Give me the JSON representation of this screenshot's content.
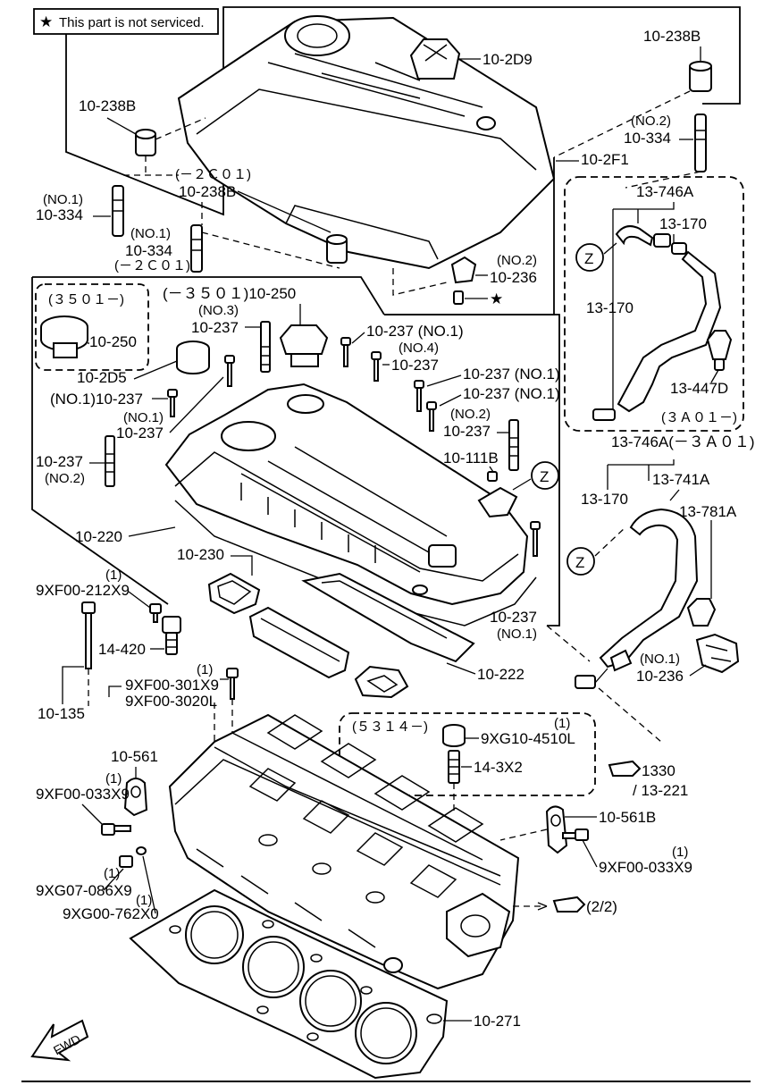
{
  "note": {
    "star": "★",
    "text": "This part is not serviced."
  },
  "labels": {
    "l_10_2D9": "10-2D9",
    "l_10_238B_tr": "10-238B",
    "l_no2_a": "(NO.2)",
    "l_10_334_tr": "10-334",
    "l_10_238B_l": "10-238B",
    "l_2c01_a": "(－２Ｃ０１)",
    "l_10_238B_m": "10-238B",
    "l_no1_a": "(NO.1)",
    "l_10_334_l": "10-334",
    "l_no1_b": "(NO.1)",
    "l_10_334_m": "10-334",
    "l_2c01_b": "(－２Ｃ０１)",
    "l_10_2F1": "10-2F1",
    "l_no2_b": "(NO.2)",
    "l_10_236_top": "10-236",
    "l_star2": "★",
    "l_3501_box": "(３５０１－)",
    "l_10_250_box": "10-250",
    "l_m3501_10_250": "(－３５０１)10-250",
    "l_no3": "(NO.3)",
    "l_10_237_a": "10-237",
    "l_10_237_no1_a": "10-237 (NO.1)",
    "l_no4": "(NO.4)",
    "l_10_237_b": "10-237",
    "l_10_2D5": "10-2D5",
    "l_10_237_no1_b": "10-237 (NO.1)",
    "l_10_237_no1_c": "10-237 (NO.1)",
    "l_no1_10_237": "(NO.1)10-237",
    "l_no1_c": "(NO.1)",
    "l_10_237_c": "10-237",
    "l_no2_c": "(NO.2)",
    "l_10_237_d": "10-237",
    "l_10_237_e": "10-237",
    "l_no2_d": "(NO.2)",
    "l_10_111B": "10-111B",
    "l_z1": "Z",
    "l_10_220": "10-220",
    "l_10_230": "10-230",
    "l_10_237_f": "10-237",
    "l_no1_d": "(NO.1)",
    "l_10_222": "10-222",
    "l_13_746A_a": "13-746A",
    "l_13_170_a": "13-170",
    "l_z2": "Z",
    "l_13_170_b": "13-170",
    "l_13_447D": "13-447D",
    "l_3a01_box": "(３Ａ０１－)",
    "l_13_746A_b": "13-746A(－３Ａ０１)",
    "l_13_741A": "13-741A",
    "l_13_170_c": "13-170",
    "l_13_781A": "13-781A",
    "l_z3": "Z",
    "l_no1_e": "(NO.1)",
    "l_10_236_b": "10-236",
    "l_1_a": "(1)",
    "l_9XF00_212X9": "9XF00-212X9",
    "l_14_420": "14-420",
    "l_1_b": "(1)",
    "l_9XF00_301X9": "9XF00-301X9",
    "l_9XF00_3020L": "9XF00-3020L",
    "l_10_135": "10-135",
    "l_5314_box": "(５３１４－)",
    "l_1_c": "(1)",
    "l_9XG10_4510L": "9XG10-4510L",
    "l_14_3X2": "14-3X2",
    "l_1330": "1330",
    "l_13_221": "/ 13-221",
    "l_10_561": "10-561",
    "l_1_d": "(1)",
    "l_9XF00_033X9_l": "9XF00-033X9",
    "l_10_561B": "10-561B",
    "l_1_e": "(1)",
    "l_9XF00_033X9_r": "9XF00-033X9",
    "l_1_f": "(1)",
    "l_9XG07_086X9": "9XG07-086X9",
    "l_1_g": "(1)",
    "l_9XG00_762X0": "9XG00-762X0",
    "l_22": "(2/2)",
    "l_10_271": "10-271",
    "l_fwd": "FWD"
  }
}
